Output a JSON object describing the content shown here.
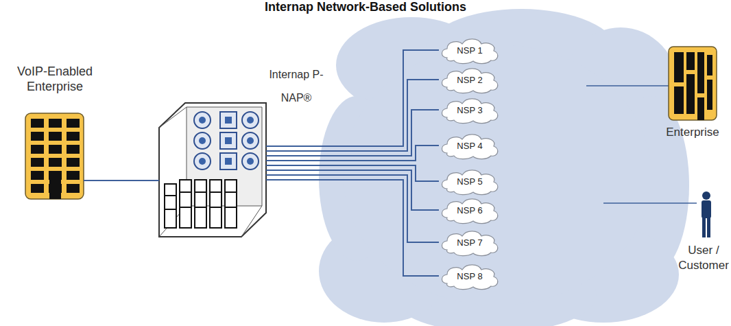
{
  "diagram": {
    "title": "Internap Network-Based Solutions",
    "nodes": [
      {
        "text": [
          "VoIP-Enabled Enterprise"
        ]
      },
      {
        "text": [
          "Internap P-NAP®"
        ]
      },
      {
        "text": [
          "NSP 1"
        ]
      },
      {
        "text": [
          "NSP 2"
        ]
      },
      {
        "text": [
          "NSP 3"
        ]
      },
      {
        "text": [
          "NSP 4"
        ]
      },
      {
        "text": [
          "NSP 5"
        ]
      },
      {
        "text": [
          "NSP 6"
        ]
      },
      {
        "text": [
          "NSP 7"
        ]
      },
      {
        "text": [
          "NSP 8"
        ]
      },
      {
        "text": [
          "Enterprise"
        ]
      },
      {
        "text": [
          "User / Customer"
        ]
      }
    ],
    "edges": [
      {
        "from": 0,
        "to": 1,
        "arrow": "none"
      },
      {
        "from": 1,
        "to": 2,
        "arrow": "none"
      },
      {
        "from": 1,
        "to": 3,
        "arrow": "none"
      },
      {
        "from": 1,
        "to": 4,
        "arrow": "none"
      },
      {
        "from": 1,
        "to": 5,
        "arrow": "none"
      },
      {
        "from": 1,
        "to": 6,
        "arrow": "none"
      },
      {
        "from": 1,
        "to": 7,
        "arrow": "none"
      },
      {
        "from": 1,
        "to": 8,
        "arrow": "none"
      },
      {
        "from": 1,
        "to": 9,
        "arrow": "none"
      }
    ]
  }
}
